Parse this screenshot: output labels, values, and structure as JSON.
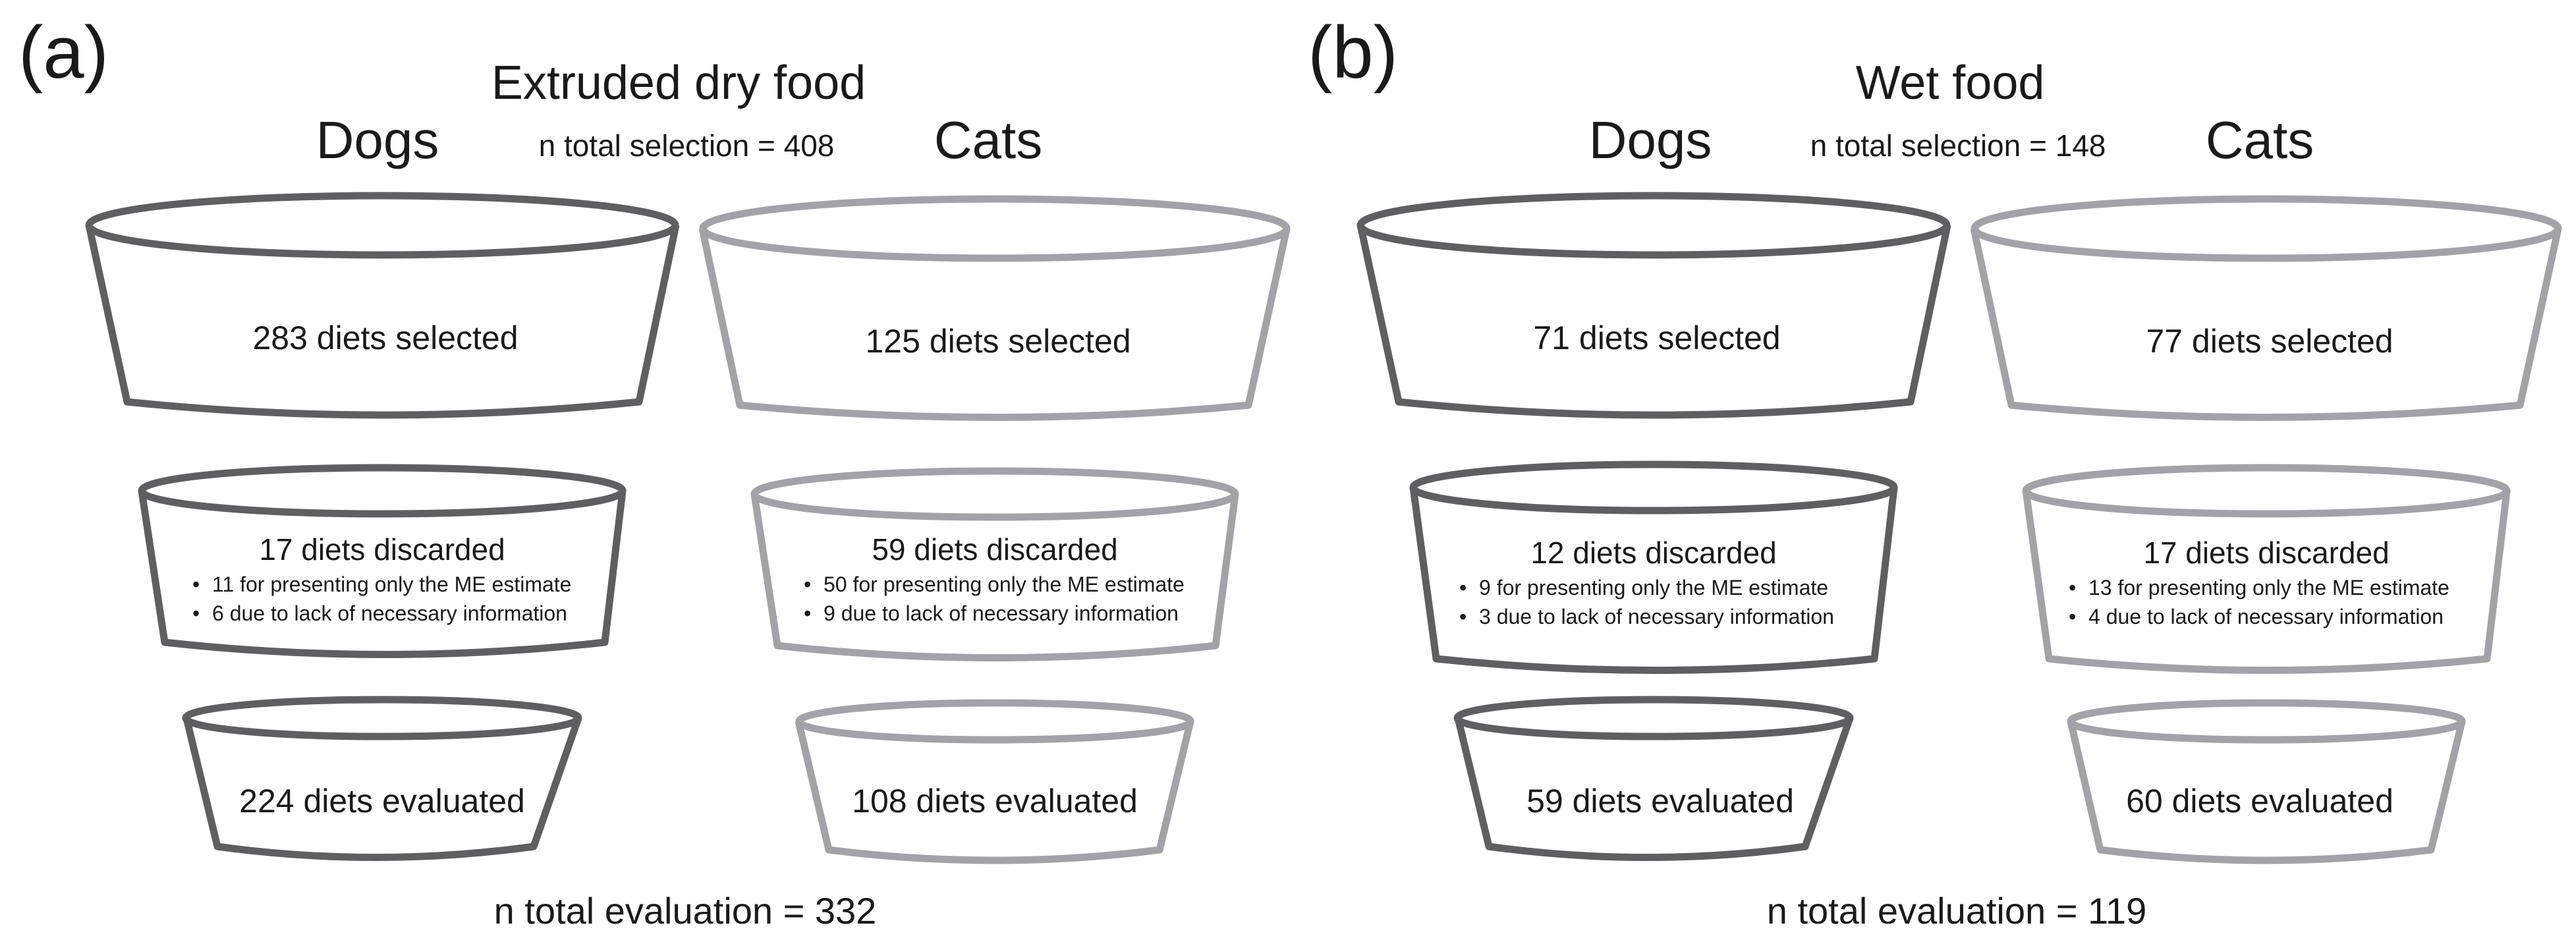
{
  "colors": {
    "dogs": "#5f5e60",
    "cats": "#a3a2a8",
    "text": "#1a1a1a"
  },
  "panels": [
    {
      "letter": "(a)",
      "title": "Extruded dry food",
      "dogs_label": "Dogs",
      "cats_label": "Cats",
      "total_selection": "n total selection = 408",
      "total_evaluation": "n total evaluation = 332",
      "dogs": {
        "selected": "283 diets selected",
        "discarded": "17 diets discarded",
        "bullets": [
          "11 for presenting only the ME estimate",
          "6 due to lack of necessary information"
        ],
        "evaluated": "224 diets evaluated"
      },
      "cats": {
        "selected": "125 diets selected",
        "discarded": "59 diets discarded",
        "bullets": [
          "50 for presenting only the ME estimate",
          "9 due to lack of necessary information"
        ],
        "evaluated": "108 diets evaluated"
      }
    },
    {
      "letter": "(b)",
      "title": "Wet food",
      "dogs_label": "Dogs",
      "cats_label": "Cats",
      "total_selection": "n total selection = 148",
      "total_evaluation": "n total evaluation = 119",
      "dogs": {
        "selected": "71 diets selected",
        "discarded": "12 diets discarded",
        "bullets": [
          "9 for presenting only the ME estimate",
          "3 due to lack of necessary information"
        ],
        "evaluated": "59 diets evaluated"
      },
      "cats": {
        "selected": "77 diets selected",
        "discarded": "17 diets discarded",
        "bullets": [
          "13 for presenting only the ME estimate",
          "4 due to lack of necessary information"
        ],
        "evaluated": "60 diets evaluated"
      }
    }
  ]
}
